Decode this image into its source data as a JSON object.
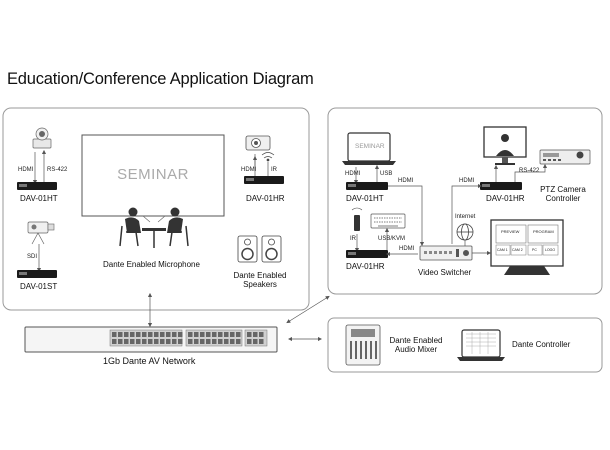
{
  "title": "Education/Conference Application Diagram",
  "left_panel": {
    "seminar_screen": "SEMINAR",
    "dante_mic": "Dante Enabled Microphone",
    "dante_speakers_line1": "Dante Enabled",
    "dante_speakers_line2": "Speakers",
    "dev_ptz": "DAV-01HT",
    "dev_cam": "DAV-01ST",
    "dev_proj": "DAV-01HR",
    "hdmi_a": "HDMI",
    "rs422_a": "RS-422",
    "sdi": "SDI",
    "hdmi_b": "HDMI",
    "ir_b": "IR"
  },
  "network": {
    "label": "1Gb Dante AV Network"
  },
  "right_panel": {
    "laptop_screen": "SEMINAR",
    "dev_tx": "DAV-01HT",
    "dev_rx1": "DAV-01HR",
    "dev_rx2": "DAV-01HR",
    "hdmi_1": "HDMI",
    "usb": "USB",
    "hdmi_2": "HDMI",
    "hdmi_3": "HDMI",
    "rs422": "RS-422",
    "ptz_line1": "PTZ Camera",
    "ptz_line2": "Controller",
    "ir": "IR",
    "usb_kvm": "USB/KVM",
    "hdmi_4": "HDMI",
    "internet": "Internet",
    "video_switcher": "Video Switcher",
    "preview": "PREVIEW",
    "program": "PROGRAM",
    "cams": [
      "CAM 1",
      "CAM 2",
      "PC",
      "LOGO"
    ]
  },
  "bottom_panel": {
    "mixer_line1": "Dante Enabled",
    "mixer_line2": "Audio Mixer",
    "controller": "Dante Controller"
  }
}
